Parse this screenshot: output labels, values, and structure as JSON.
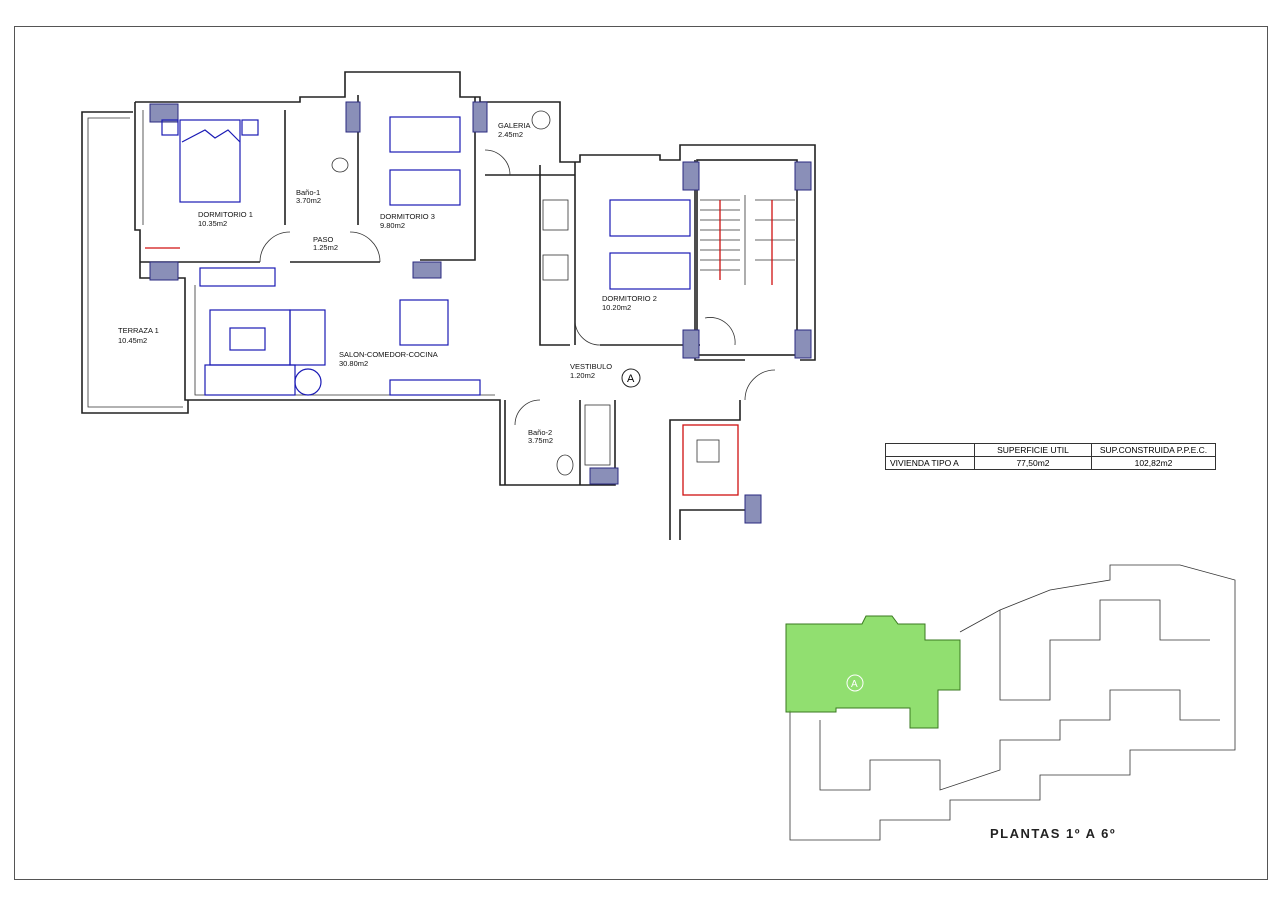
{
  "rooms": {
    "dormitorio1": {
      "name": "DORMITORIO 1",
      "area": "10.35m2"
    },
    "bano1": {
      "name": "Baño-1",
      "area": "3.70m2"
    },
    "dormitorio3": {
      "name": "DORMITORIO 3",
      "area": "9.80m2"
    },
    "galeria": {
      "name": "GALERIA",
      "area": "2.45m2"
    },
    "paso": {
      "name": "PASO",
      "area": "1.25m2"
    },
    "dormitorio2": {
      "name": "DORMITORIO 2",
      "area": "10.20m2"
    },
    "terraza1": {
      "name": "TERRAZA 1",
      "area": "10.45m2"
    },
    "salon": {
      "name": "SALON-COMEDOR-COCINA",
      "area": "30.80m2"
    },
    "vestibulo": {
      "name": "VESTIBULO",
      "area": "1.20m2"
    },
    "bano2": {
      "name": "Baño-2",
      "area": "3.75m2"
    }
  },
  "unit_marker": "A",
  "area_table": {
    "headers": [
      "",
      "SUPERFICIE UTIL",
      "SUP.CONSTRUIDA P.P.E.C."
    ],
    "rows": [
      [
        "VIVIENDA TIPO A",
        "77,50m2",
        "102,82m2"
      ]
    ]
  },
  "key_plan": {
    "marker": "A",
    "caption": "PLANTAS 1º A 6º",
    "highlight_color": "#7ed957"
  },
  "colors": {
    "furniture": "#1a1ab5",
    "accent": "#d01010"
  }
}
